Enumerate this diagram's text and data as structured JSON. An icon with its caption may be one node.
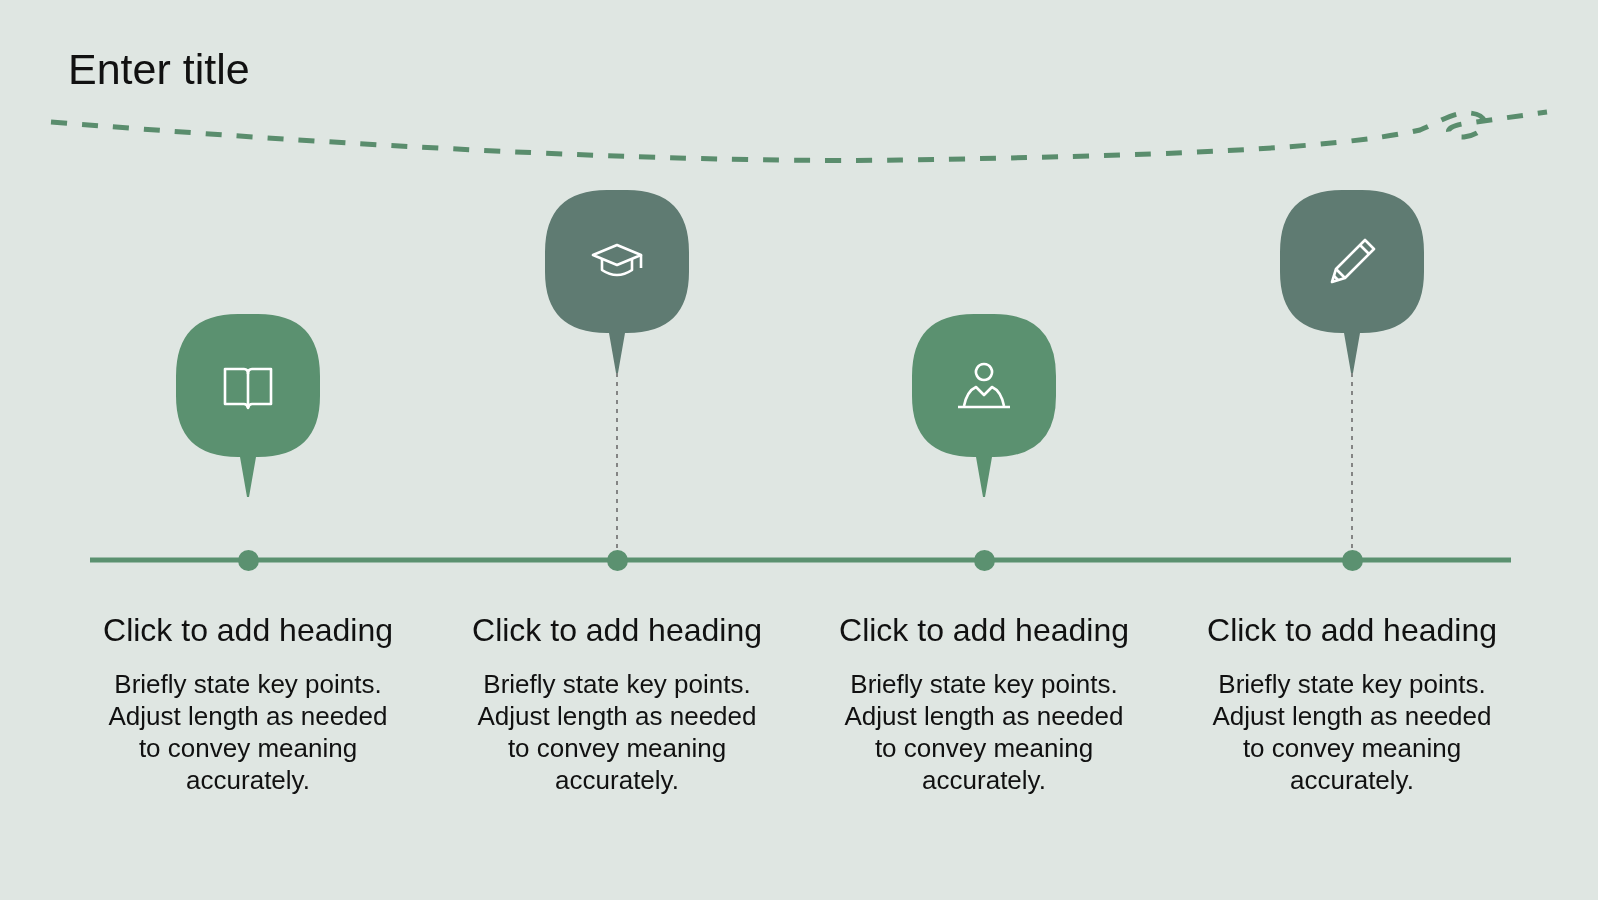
{
  "diagram": {
    "title": "Enter title",
    "nodes": [
      {
        "text": [],
        "shape": "pin"
      },
      {
        "text": [
          "Click to add heading",
          "Briefly state key points. Adjust length as needed to convey meaning accurately."
        ]
      },
      {
        "text": [],
        "shape": "pin"
      },
      {
        "text": [
          "Click to add heading",
          "Briefly state key points. Adjust length as needed to convey meaning accurately."
        ]
      },
      {
        "text": [],
        "shape": "pin"
      },
      {
        "text": [
          "Click to add heading",
          "Briefly state key points. Adjust length as needed to convey meaning accurately."
        ]
      },
      {
        "text": [],
        "shape": "pin"
      },
      {
        "text": [
          "Click to add heading",
          "Briefly state key points. Adjust length as needed to convey meaning accurately."
        ]
      }
    ],
    "edges": [
      {
        "from": 2,
        "to": 3,
        "arrow": "none",
        "style": "dashed"
      },
      {
        "from": 6,
        "to": 7,
        "arrow": "none",
        "style": "dashed"
      }
    ]
  }
}
